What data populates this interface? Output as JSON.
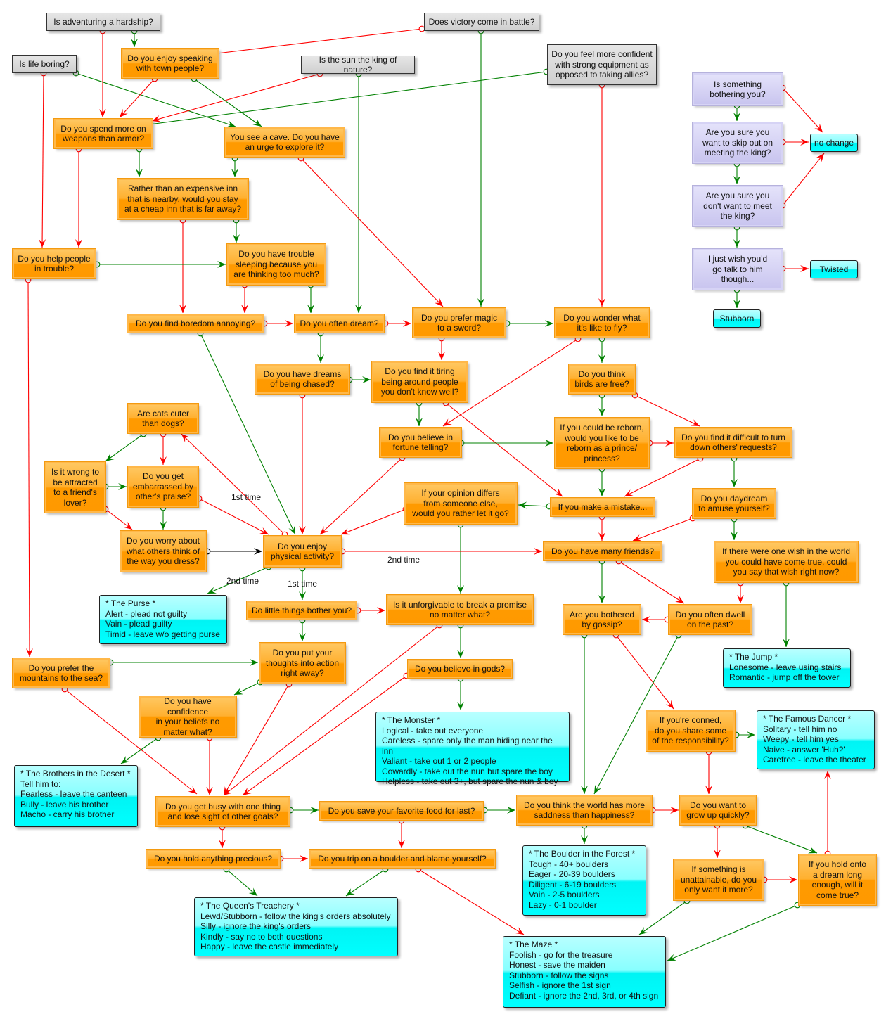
{
  "colors": {
    "yes": "#008000",
    "no": "#ff0000",
    "neutral": "#000000",
    "orange": "#ff9900",
    "cyan": "#00ffff",
    "purple": "#c9c5ef",
    "gray": "#d0d0d0"
  },
  "nodes": [
    {
      "id": "g1",
      "kind": "gray",
      "text": "Is adventuring a hardship?"
    },
    {
      "id": "g2",
      "kind": "gray",
      "text": "Does victory come in battle?"
    },
    {
      "id": "g3",
      "kind": "gray",
      "text": "Is life boring?"
    },
    {
      "id": "g4",
      "kind": "gray",
      "text": "Is the sun the king of nature?"
    },
    {
      "id": "g5",
      "kind": "gray",
      "text": "Do you feel more confident\nwith strong equipment as\nopposed to taking allies?"
    },
    {
      "id": "o1",
      "kind": "orange",
      "text": "Do you enjoy speaking\nwith town people?"
    },
    {
      "id": "o2",
      "kind": "orange",
      "text": "Do you spend more on\nweapons than armor?"
    },
    {
      "id": "o3",
      "kind": "orange",
      "text": "You see a cave. Do you have\nan urge to explore it?"
    },
    {
      "id": "o4",
      "kind": "orange",
      "text": "Rather than an expensive inn\nthat is nearby, would you stay\nat a cheap inn that is far away?"
    },
    {
      "id": "o5",
      "kind": "orange",
      "text": "Do you help people\nin trouble?"
    },
    {
      "id": "o6",
      "kind": "orange",
      "text": "Do you have trouble\nsleeping because you\nare thinking too much?"
    },
    {
      "id": "o7",
      "kind": "orange",
      "text": "Do you find boredom annoying?"
    },
    {
      "id": "o8",
      "kind": "orange",
      "text": "Do you often dream?"
    },
    {
      "id": "o9",
      "kind": "orange",
      "text": "Do you prefer magic\nto a sword?"
    },
    {
      "id": "o10",
      "kind": "orange",
      "text": "Do you wonder what\nit's like to fly?"
    },
    {
      "id": "o11",
      "kind": "orange",
      "text": "Do you have dreams\nof being chased?"
    },
    {
      "id": "o12",
      "kind": "orange",
      "text": "Do you find it tiring\nbeing around people\nyou don't know well?"
    },
    {
      "id": "o13",
      "kind": "orange",
      "text": "Do you think\nbirds are free?"
    },
    {
      "id": "o14",
      "kind": "orange",
      "text": "Are cats cuter\nthan dogs?"
    },
    {
      "id": "o15",
      "kind": "orange",
      "text": "Do you believe in\nfortune telling?"
    },
    {
      "id": "o16",
      "kind": "orange",
      "text": "If you could be reborn,\nwould you like to be\nreborn as a prince/\nprincess?"
    },
    {
      "id": "o17",
      "kind": "orange",
      "text": "Do you find it difficult to turn\ndown others' requests?"
    },
    {
      "id": "o18",
      "kind": "orange",
      "text": "Is it wrong to\nbe attracted\nto a friend's\nlover?"
    },
    {
      "id": "o19",
      "kind": "orange",
      "text": "Do you get\nembarrassed by\nother's praise?"
    },
    {
      "id": "o20",
      "kind": "orange",
      "text": "If your opinion differs\nfrom someone else,\nwould you rather let it go?"
    },
    {
      "id": "o21",
      "kind": "orange",
      "text": "If you make a mistake..."
    },
    {
      "id": "o22",
      "kind": "orange",
      "text": "Do you daydream\nto amuse yourself?"
    },
    {
      "id": "o23",
      "kind": "orange",
      "text": "Do you worry about\nwhat others think of\nthe way you dress?"
    },
    {
      "id": "o24",
      "kind": "orange",
      "text": "Do you enjoy\nphysical activity?"
    },
    {
      "id": "o25",
      "kind": "orange",
      "text": "Do you have many friends?"
    },
    {
      "id": "o26",
      "kind": "orange",
      "text": "If there were one wish in the world\nyou could have come true, could\nyou say that wish right now?"
    },
    {
      "id": "o27",
      "kind": "orange",
      "text": "Do little things bother you?"
    },
    {
      "id": "o28",
      "kind": "orange",
      "text": "Is it unforgivable to break a promise\nno matter what?"
    },
    {
      "id": "o29",
      "kind": "orange",
      "text": "Are you bothered\nby gossip?"
    },
    {
      "id": "o30",
      "kind": "orange",
      "text": "Do you often dwell\non the past?"
    },
    {
      "id": "o31",
      "kind": "orange",
      "text": "Do you put your\nthoughts into action\nright away?"
    },
    {
      "id": "o32",
      "kind": "orange",
      "text": "Do you believe in gods?"
    },
    {
      "id": "o33",
      "kind": "orange",
      "text": "Do you prefer the\nmountains to the sea?"
    },
    {
      "id": "o34",
      "kind": "orange",
      "text": "Do you have confidence\nin your beliefs no\nmatter what?"
    },
    {
      "id": "o35",
      "kind": "orange",
      "text": "If you're conned,\ndo you share some\nof the responsibility?"
    },
    {
      "id": "o36",
      "kind": "orange",
      "text": "Do you get busy with one thing\nand lose sight of other goals?"
    },
    {
      "id": "o37",
      "kind": "orange",
      "text": "Do you save your favorite food for last?"
    },
    {
      "id": "o38",
      "kind": "orange",
      "text": "Do you think the world has more\nsaddness than happiness?"
    },
    {
      "id": "o39",
      "kind": "orange",
      "text": "Do you want to\ngrow up quickly?"
    },
    {
      "id": "o40",
      "kind": "orange",
      "text": "Do you hold anything precious?"
    },
    {
      "id": "o41",
      "kind": "orange",
      "text": "Do you trip on a boulder and blame yourself?"
    },
    {
      "id": "o42",
      "kind": "orange",
      "text": "If something is\nunattainable, do you\nonly want it more?"
    },
    {
      "id": "o43",
      "kind": "orange",
      "text": "If you hold onto\na dream long\nenough, will it\ncome true?"
    },
    {
      "id": "p1",
      "kind": "purple",
      "text": "Is something\nbothering you?"
    },
    {
      "id": "p2",
      "kind": "purple",
      "text": "Are you sure you\nwant to skip out on\nmeeting the king?"
    },
    {
      "id": "p3",
      "kind": "purple",
      "text": "Are you sure you\ndon't want to meet\nthe king?"
    },
    {
      "id": "p4",
      "kind": "purple",
      "text": "I just wish you'd\ngo talk to him\nthough..."
    },
    {
      "id": "c1",
      "kind": "cyan",
      "text": "no change"
    },
    {
      "id": "c2",
      "kind": "cyan",
      "text": "Twisted"
    },
    {
      "id": "c3",
      "kind": "cyan",
      "text": "Stubborn"
    },
    {
      "id": "c4",
      "kind": "result",
      "text": "* The Purse *\nAlert - plead not guilty\nVain - plead guilty\nTimid - leave w/o getting purse"
    },
    {
      "id": "c5",
      "kind": "result",
      "text": "* The Jump *\nLonesome - leave using stairs\nRomantic - jump off the tower"
    },
    {
      "id": "c6",
      "kind": "result",
      "text": "* The Famous Dancer *\nSolitary - tell him no\nWeepy - tell him yes\nNaive - answer 'Huh?'\nCarefree - leave the theater"
    },
    {
      "id": "c7",
      "kind": "result",
      "text": "* The Brothers in the Desert *\nTell him to:\nFearless - leave the canteen\nBully - leave his brother\nMacho - carry his brother"
    },
    {
      "id": "c8",
      "kind": "result",
      "text": "* The Monster *\nLogical - take out everyone\nCareless - spare only the man hiding near the inn\nValiant - take out 1 or 2 people\nCowardly - take out the nun but spare the boy\nHelpless - take out 3+, but spare the nun & boy"
    },
    {
      "id": "c9",
      "kind": "result",
      "text": "* The Queen's Treachery *\nLewd/Stubborn - follow the king's orders absolutely\nSilly - ignore the king's orders\nKindly - say no to both questions\nHappy - leave the castle immediately"
    },
    {
      "id": "c10",
      "kind": "result",
      "text": "* The Boulder in the Forest *\nTough - 40+ boulders\nEager - 20-39 boulders\nDiligent - 6-19 boulders\nVain - 2-5 boulders\nLazy - 0-1 boulder"
    },
    {
      "id": "c11",
      "kind": "result",
      "text": "* The Maze *\nFoolish - go for the treasure\nHonest - save the maiden\nStubborn - follow the signs\nSelfish - ignore the 1st sign\nDefiant - ignore the 2nd, 3rd, or 4th sign"
    }
  ],
  "edges": [
    {
      "from": "g1",
      "to": "o1",
      "outcome": "yes"
    },
    {
      "from": "g1",
      "to": "o2",
      "outcome": "no"
    },
    {
      "from": "g2",
      "to": "o1",
      "outcome": "no"
    },
    {
      "from": "g2",
      "to": "o9",
      "outcome": "yes"
    },
    {
      "from": "g3",
      "to": "o5",
      "outcome": "no"
    },
    {
      "from": "g3",
      "to": "o3",
      "outcome": "yes"
    },
    {
      "from": "g4",
      "to": "o2",
      "outcome": "no"
    },
    {
      "from": "g4",
      "to": "o8",
      "outcome": "yes"
    },
    {
      "from": "g5",
      "to": "o2",
      "outcome": "yes"
    },
    {
      "from": "g5",
      "to": "o10",
      "outcome": "no"
    },
    {
      "from": "o1",
      "to": "o2",
      "outcome": "no"
    },
    {
      "from": "o1",
      "to": "o3",
      "outcome": "yes"
    },
    {
      "from": "o2",
      "to": "o4",
      "outcome": "yes"
    },
    {
      "from": "o2",
      "to": "o5",
      "outcome": "no"
    },
    {
      "from": "o3",
      "to": "o4",
      "outcome": "yes"
    },
    {
      "from": "o3",
      "to": "o9",
      "outcome": "no"
    },
    {
      "from": "o4",
      "to": "o7",
      "outcome": "no"
    },
    {
      "from": "o4",
      "to": "o6",
      "outcome": "yes"
    },
    {
      "from": "o5",
      "to": "o6",
      "outcome": "yes"
    },
    {
      "from": "o5",
      "to": "o33",
      "outcome": "no"
    },
    {
      "from": "o6",
      "to": "o7",
      "outcome": "no"
    },
    {
      "from": "o6",
      "to": "o8",
      "outcome": "yes"
    },
    {
      "from": "o7",
      "to": "o8",
      "outcome": "no"
    },
    {
      "from": "o7",
      "to": "o24",
      "outcome": "yes"
    },
    {
      "from": "o8",
      "to": "o9",
      "outcome": "no"
    },
    {
      "from": "o8",
      "to": "o11",
      "outcome": "yes"
    },
    {
      "from": "o9",
      "to": "o10",
      "outcome": "yes"
    },
    {
      "from": "o9",
      "to": "o12",
      "outcome": "no"
    },
    {
      "from": "o10",
      "to": "o15",
      "outcome": "no"
    },
    {
      "from": "o10",
      "to": "o13",
      "outcome": "yes"
    },
    {
      "from": "o11",
      "to": "o12",
      "outcome": "yes"
    },
    {
      "from": "o11",
      "to": "o24",
      "outcome": "no"
    },
    {
      "from": "o12",
      "to": "o15",
      "outcome": "yes"
    },
    {
      "from": "o12",
      "to": "o21",
      "outcome": "no"
    },
    {
      "from": "o13",
      "to": "o16",
      "outcome": "yes"
    },
    {
      "from": "o13",
      "to": "o17",
      "outcome": "no"
    },
    {
      "from": "o14",
      "to": "o18",
      "outcome": "yes"
    },
    {
      "from": "o14",
      "to": "o19",
      "outcome": "no"
    },
    {
      "from": "o15",
      "to": "o16",
      "outcome": "yes"
    },
    {
      "from": "o15",
      "to": "o24",
      "outcome": "no"
    },
    {
      "from": "o16",
      "to": "o17",
      "outcome": "no"
    },
    {
      "from": "o16",
      "to": "o21",
      "outcome": "yes"
    },
    {
      "from": "o17",
      "to": "o21",
      "outcome": "no"
    },
    {
      "from": "o17",
      "to": "o22",
      "outcome": "yes"
    },
    {
      "from": "o18",
      "to": "o19",
      "outcome": "yes"
    },
    {
      "from": "o18",
      "to": "o23",
      "outcome": "no"
    },
    {
      "from": "o19",
      "to": "o23",
      "outcome": "yes"
    },
    {
      "from": "o19",
      "to": "o24",
      "outcome": "no"
    },
    {
      "from": "o20",
      "to": "o24",
      "outcome": "no"
    },
    {
      "from": "o20",
      "to": "o28",
      "outcome": "yes"
    },
    {
      "from": "o21",
      "to": "o20",
      "outcome": "yes"
    },
    {
      "from": "o21",
      "to": "o25",
      "outcome": "no"
    },
    {
      "from": "o22",
      "to": "o25",
      "outcome": "no"
    },
    {
      "from": "o22",
      "to": "o26",
      "outcome": "yes"
    },
    {
      "from": "o23",
      "to": "o24",
      "outcome": "neutral"
    },
    {
      "from": "o24",
      "to": "o14",
      "outcome": "no",
      "label": "1st time"
    },
    {
      "from": "o24",
      "to": "o25",
      "outcome": "no",
      "label": "2nd time"
    },
    {
      "from": "o24",
      "to": "c4",
      "outcome": "yes",
      "label": "2nd time"
    },
    {
      "from": "o24",
      "to": "o27",
      "outcome": "yes",
      "label": "1st time"
    },
    {
      "from": "o25",
      "to": "o29",
      "outcome": "yes"
    },
    {
      "from": "o25",
      "to": "o30",
      "outcome": "no"
    },
    {
      "from": "o26",
      "to": "o30",
      "outcome": "no"
    },
    {
      "from": "o26",
      "to": "c5",
      "outcome": "yes"
    },
    {
      "from": "o27",
      "to": "o28",
      "outcome": "no"
    },
    {
      "from": "o27",
      "to": "o31",
      "outcome": "yes"
    },
    {
      "from": "o28",
      "to": "o36",
      "outcome": "no"
    },
    {
      "from": "o28",
      "to": "o32",
      "outcome": "yes"
    },
    {
      "from": "o29",
      "to": "o38",
      "outcome": "yes"
    },
    {
      "from": "o29",
      "to": "o35",
      "outcome": "no"
    },
    {
      "from": "o30",
      "to": "o29",
      "outcome": "no"
    },
    {
      "from": "o30",
      "to": "o38",
      "outcome": "yes"
    },
    {
      "from": "o31",
      "to": "o36",
      "outcome": "no"
    },
    {
      "from": "o31",
      "to": "o34",
      "outcome": "yes"
    },
    {
      "from": "o32",
      "to": "c8",
      "outcome": "yes"
    },
    {
      "from": "o32",
      "to": "o36",
      "outcome": "no"
    },
    {
      "from": "o33",
      "to": "o31",
      "outcome": "yes"
    },
    {
      "from": "o33",
      "to": "o36",
      "outcome": "no"
    },
    {
      "from": "o34",
      "to": "c7",
      "outcome": "yes"
    },
    {
      "from": "o34",
      "to": "o36",
      "outcome": "no"
    },
    {
      "from": "o35",
      "to": "c6",
      "outcome": "yes"
    },
    {
      "from": "o35",
      "to": "o39",
      "outcome": "no"
    },
    {
      "from": "o36",
      "to": "o37",
      "outcome": "yes"
    },
    {
      "from": "o36",
      "to": "o40",
      "outcome": "no"
    },
    {
      "from": "o37",
      "to": "o38",
      "outcome": "yes"
    },
    {
      "from": "o37",
      "to": "o41",
      "outcome": "no"
    },
    {
      "from": "o38",
      "to": "o39",
      "outcome": "no"
    },
    {
      "from": "o38",
      "to": "c10",
      "outcome": "yes"
    },
    {
      "from": "o39",
      "to": "o42",
      "outcome": "no"
    },
    {
      "from": "o39",
      "to": "o43",
      "outcome": "yes"
    },
    {
      "from": "o40",
      "to": "o41",
      "outcome": "no"
    },
    {
      "from": "o40",
      "to": "c9",
      "outcome": "yes"
    },
    {
      "from": "o41",
      "to": "c9",
      "outcome": "yes"
    },
    {
      "from": "o41",
      "to": "c11",
      "outcome": "no"
    },
    {
      "from": "o42",
      "to": "o43",
      "outcome": "no"
    },
    {
      "from": "o42",
      "to": "c11",
      "outcome": "yes"
    },
    {
      "from": "o43",
      "to": "c6",
      "outcome": "no"
    },
    {
      "from": "o43",
      "to": "c11",
      "outcome": "yes"
    },
    {
      "from": "p1",
      "to": "p2",
      "outcome": "yes"
    },
    {
      "from": "p1",
      "to": "c1",
      "outcome": "no"
    },
    {
      "from": "p2",
      "to": "c1",
      "outcome": "no"
    },
    {
      "from": "p2",
      "to": "p3",
      "outcome": "yes"
    },
    {
      "from": "p3",
      "to": "c1",
      "outcome": "no"
    },
    {
      "from": "p3",
      "to": "p4",
      "outcome": "yes"
    },
    {
      "from": "p4",
      "to": "c2",
      "outcome": "no"
    },
    {
      "from": "p4",
      "to": "c3",
      "outcome": "yes"
    }
  ]
}
